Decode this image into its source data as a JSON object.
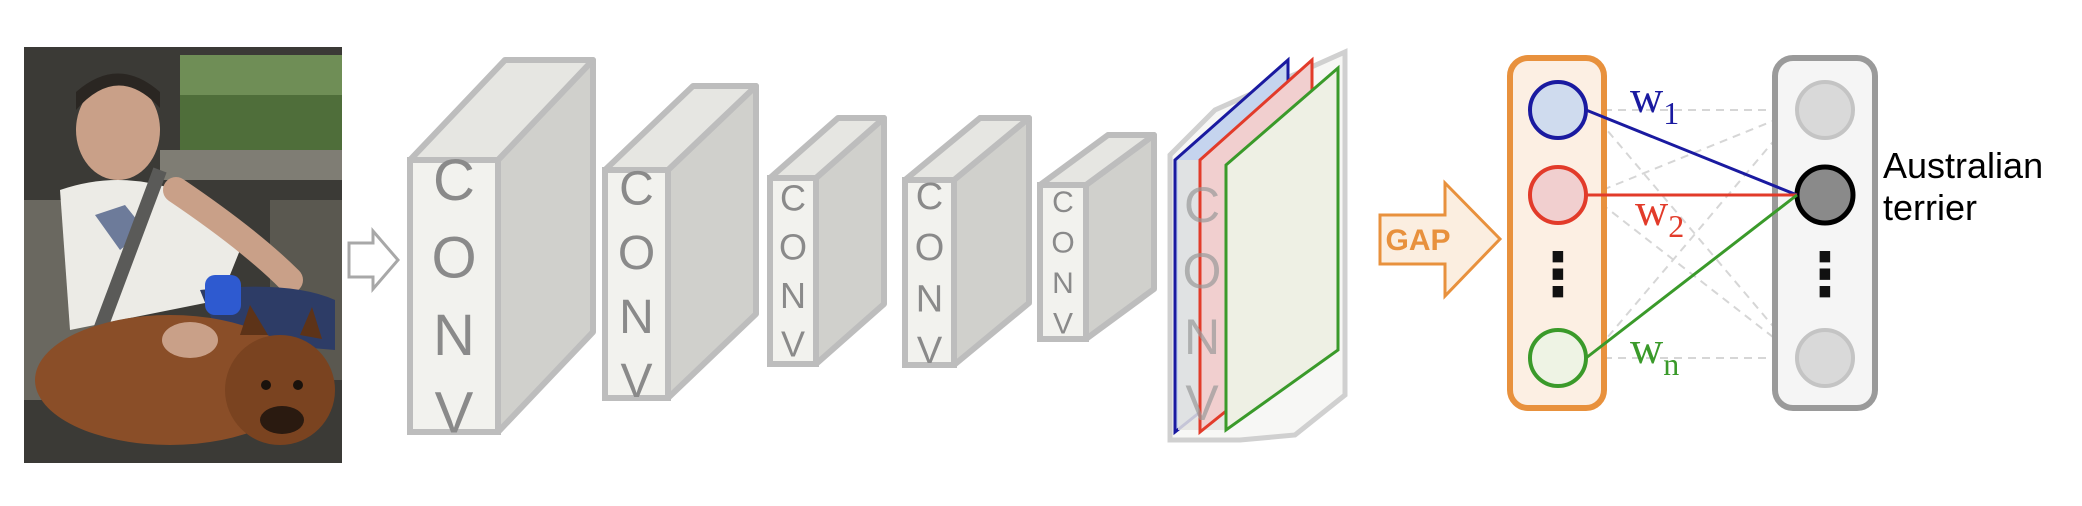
{
  "input_photo": {
    "description_icon": "photo-icon"
  },
  "conv_blocks": [
    {
      "label": "CONV"
    },
    {
      "label": "CONV"
    },
    {
      "label": "CONV"
    },
    {
      "label": "CONV"
    },
    {
      "label": "CONV"
    },
    {
      "label": "CONV"
    }
  ],
  "gap": {
    "label": "GAP"
  },
  "weights": {
    "w1": {
      "base": "w",
      "sub": "1",
      "color": "#1a1aa0"
    },
    "w2": {
      "base": "w",
      "sub": "2",
      "color": "#e23b2a"
    },
    "wn": {
      "base": "w",
      "sub": "n",
      "color": "#3a9a2a"
    }
  },
  "feature_dots": {
    "symbol": "⋮"
  },
  "output_dots": {
    "symbol": "⋮"
  },
  "output_label": {
    "line1": "Australian",
    "line2": "terrier"
  },
  "colors": {
    "box_gray": "#bdbdbd",
    "box_fill_front": "#f2f2ee",
    "box_fill_side": "#d0d0cc",
    "gap_orange": "#e8913d",
    "blue": "#1a1aa0",
    "red": "#e23b2a",
    "green": "#3a9a2a"
  }
}
